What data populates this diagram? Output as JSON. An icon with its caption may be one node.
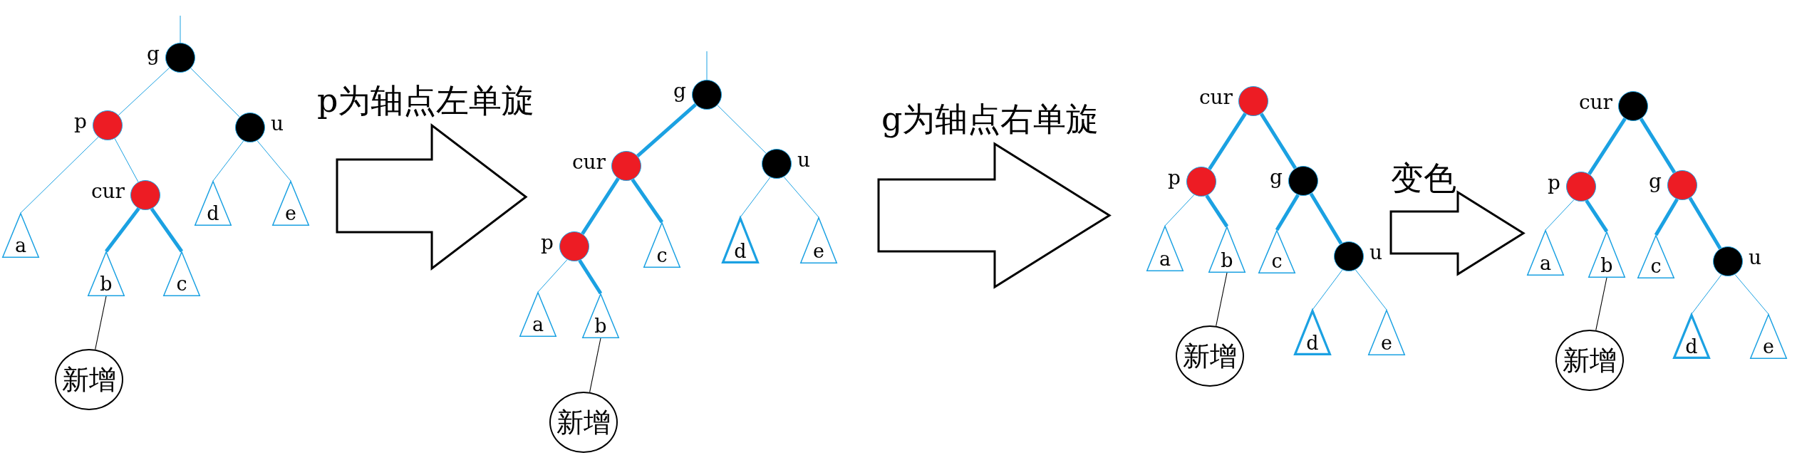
{
  "diagram": {
    "nodes": [
      {
        "text": [],
        "shape": "circle",
        "beside": [
          "g"
        ]
      },
      {
        "text": [],
        "shape": "circle",
        "beside": [
          "p"
        ]
      },
      {
        "text": [],
        "shape": "circle",
        "beside": [
          "u"
        ]
      },
      {
        "text": [],
        "shape": "circle",
        "beside": [
          "cur"
        ]
      },
      {
        "text": [
          "d"
        ]
      },
      {
        "text": [
          "e"
        ]
      },
      {
        "text": [
          "a"
        ]
      },
      {
        "text": [
          "b"
        ]
      },
      {
        "text": [
          "c"
        ]
      },
      {
        "text": [
          "新增"
        ]
      },
      {
        "text": [],
        "shape": "circle",
        "beside": [
          "g"
        ]
      },
      {
        "text": [],
        "shape": "circle",
        "beside": [
          "cur"
        ]
      },
      {
        "text": [],
        "shape": "circle",
        "beside": [
          "u"
        ]
      },
      {
        "text": [],
        "shape": "circle",
        "beside": [
          "p"
        ]
      },
      {
        "text": [
          "c"
        ]
      },
      {
        "text": [
          "d"
        ]
      },
      {
        "text": [
          "e"
        ]
      },
      {
        "text": [
          "a"
        ]
      },
      {
        "text": [
          "b"
        ]
      },
      {
        "text": [
          "新增"
        ]
      },
      {
        "text": [],
        "shape": "circle",
        "beside": [
          "cur"
        ]
      },
      {
        "text": [],
        "shape": "circle",
        "beside": [
          "p"
        ]
      },
      {
        "text": [],
        "shape": "circle",
        "beside": [
          "g"
        ]
      },
      {
        "text": [
          "a"
        ]
      },
      {
        "text": [
          "b"
        ]
      },
      {
        "text": [
          "c"
        ]
      },
      {
        "text": [],
        "shape": "circle",
        "beside": [
          "u"
        ]
      },
      {
        "text": [
          "新增"
        ]
      },
      {
        "text": [
          "d"
        ]
      },
      {
        "text": [
          "e"
        ]
      },
      {
        "text": [],
        "shape": "circle",
        "beside": [
          "cur"
        ]
      },
      {
        "text": [],
        "shape": "circle",
        "beside": [
          "p"
        ]
      },
      {
        "text": [],
        "shape": "circle",
        "beside": [
          "g"
        ]
      },
      {
        "text": [
          "a"
        ]
      },
      {
        "text": [
          "b"
        ]
      },
      {
        "text": [
          "c"
        ]
      },
      {
        "text": [],
        "shape": "circle",
        "beside": [
          "u"
        ]
      },
      {
        "text": [
          "新增"
        ]
      },
      {
        "text": [
          "d"
        ]
      },
      {
        "text": [
          "e"
        ]
      }
    ],
    "edges": [
      {
        "from": null,
        "to": 0,
        "arrow": "none"
      },
      {
        "from": 0,
        "to": 1,
        "arrow": "none"
      },
      {
        "from": 0,
        "to": 2,
        "arrow": "none"
      },
      {
        "from": 1,
        "to": 6,
        "arrow": "none"
      },
      {
        "from": 1,
        "to": 3,
        "arrow": "none"
      },
      {
        "from": 3,
        "to": 7,
        "arrow": "none",
        "style": "thick"
      },
      {
        "from": 3,
        "to": 8,
        "arrow": "none",
        "style": "thick"
      },
      {
        "from": 2,
        "to": 4,
        "arrow": "none"
      },
      {
        "from": 2,
        "to": 5,
        "arrow": "none"
      },
      {
        "from": 7,
        "to": 9,
        "arrow": "none",
        "color": "#000000"
      },
      {
        "from": null,
        "to": 10,
        "arrow": "none"
      },
      {
        "from": 10,
        "to": 11,
        "arrow": "none",
        "style": "thick"
      },
      {
        "from": 10,
        "to": 12,
        "arrow": "none"
      },
      {
        "from": 11,
        "to": 13,
        "arrow": "none",
        "style": "thick"
      },
      {
        "from": 11,
        "to": 14,
        "arrow": "none",
        "style": "thick"
      },
      {
        "from": 13,
        "to": 17,
        "arrow": "none"
      },
      {
        "from": 13,
        "to": 18,
        "arrow": "none",
        "style": "thick"
      },
      {
        "from": 12,
        "to": 15,
        "arrow": "none"
      },
      {
        "from": 12,
        "to": 16,
        "arrow": "none"
      },
      {
        "from": 18,
        "to": 19,
        "arrow": "none",
        "color": "#000000"
      },
      {
        "from": 20,
        "to": 21,
        "arrow": "none",
        "style": "thick"
      },
      {
        "from": 20,
        "to": 22,
        "arrow": "none",
        "style": "thick"
      },
      {
        "from": 21,
        "to": 23,
        "arrow": "none"
      },
      {
        "from": 21,
        "to": 24,
        "arrow": "none",
        "style": "thick"
      },
      {
        "from": 22,
        "to": 25,
        "arrow": "none",
        "style": "thick"
      },
      {
        "from": 22,
        "to": 26,
        "arrow": "none",
        "style": "thick"
      },
      {
        "from": 26,
        "to": 28,
        "arrow": "none"
      },
      {
        "from": 26,
        "to": 29,
        "arrow": "none"
      },
      {
        "from": 24,
        "to": 27,
        "arrow": "none",
        "color": "#000000"
      },
      {
        "from": 30,
        "to": 31,
        "arrow": "none",
        "style": "thick"
      },
      {
        "from": 30,
        "to": 32,
        "arrow": "none",
        "style": "thick"
      },
      {
        "from": 31,
        "to": 33,
        "arrow": "none"
      },
      {
        "from": 31,
        "to": 34,
        "arrow": "none",
        "style": "thick"
      },
      {
        "from": 32,
        "to": 35,
        "arrow": "none",
        "style": "thick"
      },
      {
        "from": 32,
        "to": 36,
        "arrow": "none",
        "style": "thick"
      },
      {
        "from": 36,
        "to": 38,
        "arrow": "none"
      },
      {
        "from": 36,
        "to": 39,
        "arrow": "none"
      },
      {
        "from": 34,
        "to": 37,
        "arrow": "none",
        "color": "#000000"
      },
      {
        "from": 5,
        "to": 13,
        "arrow": "to",
        "label": "p为轴点左单旋"
      },
      {
        "from": 16,
        "to": 23,
        "arrow": "to",
        "label": "g为轴点右单旋"
      },
      {
        "from": 26,
        "to": 33,
        "arrow": "to",
        "label": "变色"
      }
    ]
  }
}
